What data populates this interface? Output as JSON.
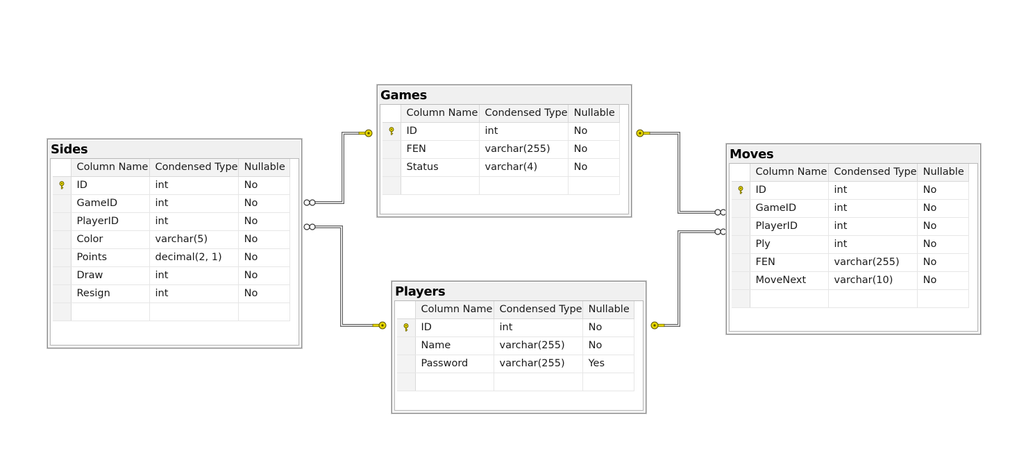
{
  "diagram": {
    "columns_header": [
      "Column Name",
      "Condensed Type",
      "Nullable"
    ],
    "colors": {
      "key": "#e5d600",
      "key_outline": "#5a5200",
      "line": "#5f5f5f",
      "table_border": "#8a8a8a"
    },
    "tables": {
      "games": {
        "title": "Games",
        "rows": [
          {
            "key": true,
            "name": "ID",
            "type": "int",
            "nullable": "No"
          },
          {
            "key": false,
            "name": "FEN",
            "type": "varchar(255)",
            "nullable": "No"
          },
          {
            "key": false,
            "name": "Status",
            "type": "varchar(4)",
            "nullable": "No"
          }
        ]
      },
      "sides": {
        "title": "Sides",
        "rows": [
          {
            "key": true,
            "name": "ID",
            "type": "int",
            "nullable": "No"
          },
          {
            "key": false,
            "name": "GameID",
            "type": "int",
            "nullable": "No"
          },
          {
            "key": false,
            "name": "PlayerID",
            "type": "int",
            "nullable": "No"
          },
          {
            "key": false,
            "name": "Color",
            "type": "varchar(5)",
            "nullable": "No"
          },
          {
            "key": false,
            "name": "Points",
            "type": "decimal(2, 1)",
            "nullable": "No"
          },
          {
            "key": false,
            "name": "Draw",
            "type": "int",
            "nullable": "No"
          },
          {
            "key": false,
            "name": "Resign",
            "type": "int",
            "nullable": "No"
          }
        ]
      },
      "moves": {
        "title": "Moves",
        "rows": [
          {
            "key": true,
            "name": "ID",
            "type": "int",
            "nullable": "No"
          },
          {
            "key": false,
            "name": "GameID",
            "type": "int",
            "nullable": "No"
          },
          {
            "key": false,
            "name": "PlayerID",
            "type": "int",
            "nullable": "No"
          },
          {
            "key": false,
            "name": "Ply",
            "type": "int",
            "nullable": "No"
          },
          {
            "key": false,
            "name": "FEN",
            "type": "varchar(255)",
            "nullable": "No"
          },
          {
            "key": false,
            "name": "MoveNext",
            "type": "varchar(10)",
            "nullable": "No"
          }
        ]
      },
      "players": {
        "title": "Players",
        "rows": [
          {
            "key": true,
            "name": "ID",
            "type": "int",
            "nullable": "No"
          },
          {
            "key": false,
            "name": "Name",
            "type": "varchar(255)",
            "nullable": "No"
          },
          {
            "key": false,
            "name": "Password",
            "type": "varchar(255)",
            "nullable": "Yes"
          }
        ]
      }
    },
    "relationships": [
      {
        "from": "games",
        "to": "sides",
        "one_end": "key",
        "many_end": "infinity"
      },
      {
        "from": "players",
        "to": "sides",
        "one_end": "key",
        "many_end": "infinity"
      },
      {
        "from": "games",
        "to": "moves",
        "one_end": "key",
        "many_end": "infinity"
      },
      {
        "from": "players",
        "to": "moves",
        "one_end": "key",
        "many_end": "infinity"
      }
    ]
  }
}
